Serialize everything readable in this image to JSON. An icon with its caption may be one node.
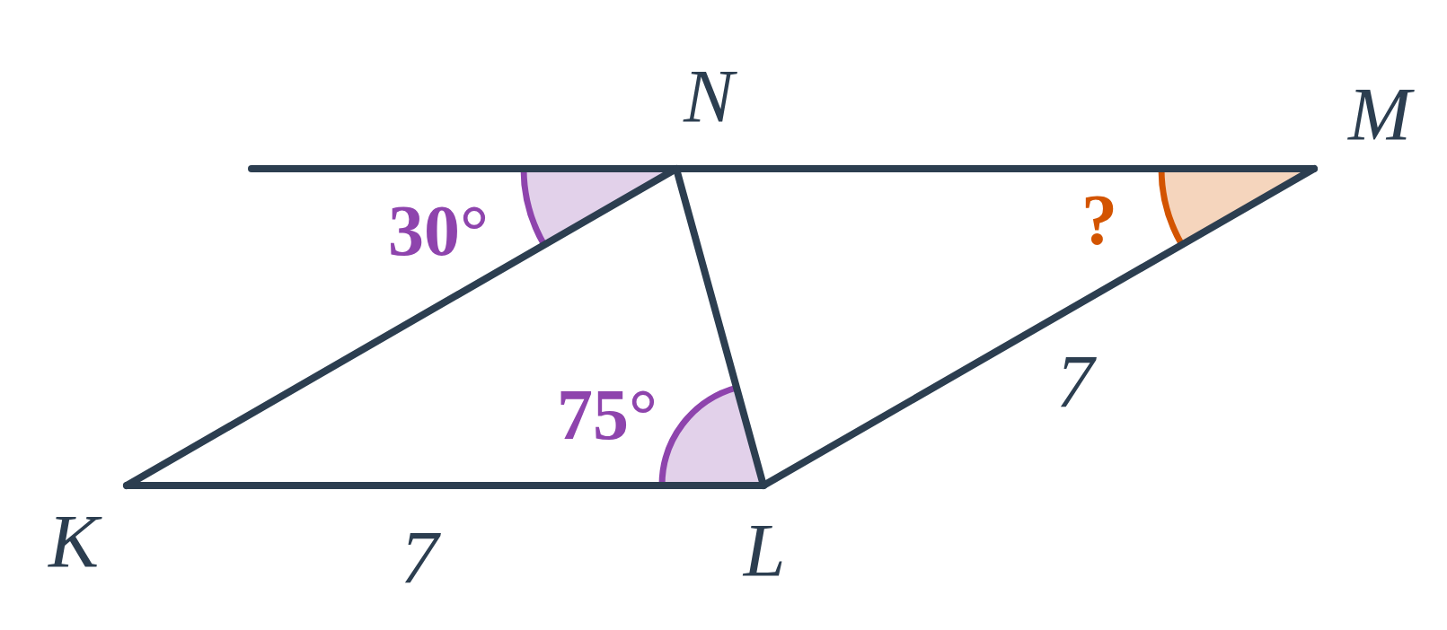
{
  "diagram": {
    "nodes": [
      {
        "text": [
          "N"
        ]
      },
      {
        "text": [
          "M"
        ]
      },
      {
        "text": [
          "K"
        ]
      },
      {
        "text": [
          "L"
        ]
      }
    ],
    "edges": [
      {
        "from": null,
        "to": 0,
        "arrow": "none"
      },
      {
        "from": 0,
        "to": 1,
        "arrow": "none"
      },
      {
        "from": 2,
        "to": 0,
        "arrow": "none"
      },
      {
        "from": 0,
        "to": 3,
        "arrow": "none"
      },
      {
        "from": 2,
        "to": 3,
        "arrow": "none",
        "label": "7"
      },
      {
        "from": 3,
        "to": 1,
        "arrow": "none",
        "label": "7"
      }
    ],
    "labels": [
      "30°",
      "?",
      "75°"
    ]
  }
}
